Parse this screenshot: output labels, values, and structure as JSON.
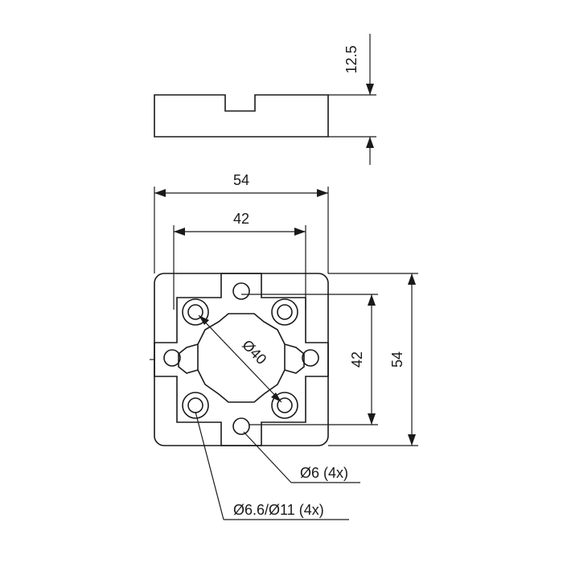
{
  "drawing": {
    "dimensions": {
      "height_side": "12.5",
      "width_outer": "54",
      "width_hole_pattern": "42",
      "height_outer": "54",
      "height_hole_pattern": "42",
      "center_circle": "Ø40"
    },
    "callouts": {
      "dowel_holes": "Ø6 (4x)",
      "counterbored_holes": "Ø6.6/Ø11 (4x)"
    }
  }
}
